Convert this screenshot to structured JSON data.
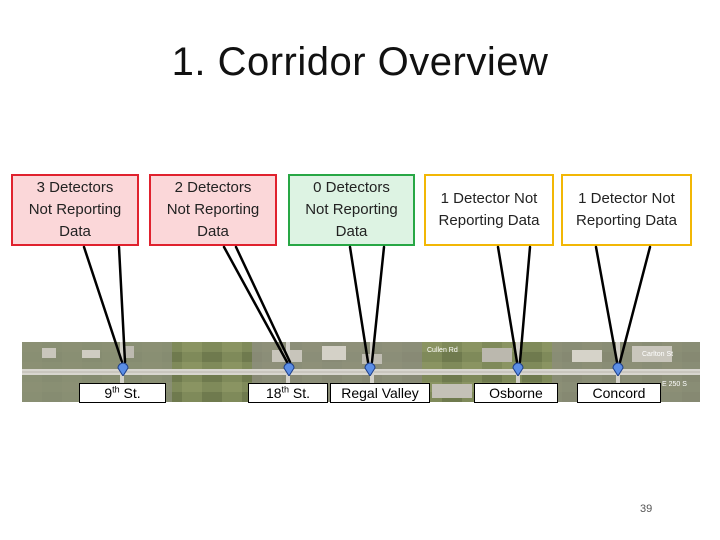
{
  "slide": {
    "title": "1.  Corridor Overview",
    "page_number": "39"
  },
  "callouts": [
    {
      "line1": "3 Detectors",
      "line2": "Not Reporting",
      "line3": "Data",
      "color": "#e0222e"
    },
    {
      "line1": "2 Detectors",
      "line2": "Not Reporting",
      "line3": "Data",
      "color": "#e0222e"
    },
    {
      "line1": "0 Detectors",
      "line2": "Not Reporting",
      "line3": "Data",
      "color": "#28a745"
    },
    {
      "line1": "1 Detector Not",
      "line2": "Reporting Data",
      "line3": "",
      "color": "#f2b705"
    },
    {
      "line1": "1 Detector Not",
      "line2": "Reporting Data",
      "line3": "",
      "color": "#f2b705"
    }
  ],
  "intersections": [
    {
      "label_base": "9",
      "label_sup": "th",
      "label_rest": " St."
    },
    {
      "label_base": "18",
      "label_sup": "th",
      "label_rest": " St."
    },
    {
      "label_base": "Regal Valley",
      "label_sup": "",
      "label_rest": ""
    },
    {
      "label_base": "Osborne",
      "label_sup": "",
      "label_rest": ""
    },
    {
      "label_base": "Concord",
      "label_sup": "",
      "label_rest": ""
    }
  ],
  "map": {
    "type": "aerial-corridor-image",
    "street_labels": [
      "Cullen Rd",
      "Carlton St",
      "E 250 S"
    ],
    "pin_color": "#5b8ee6"
  }
}
